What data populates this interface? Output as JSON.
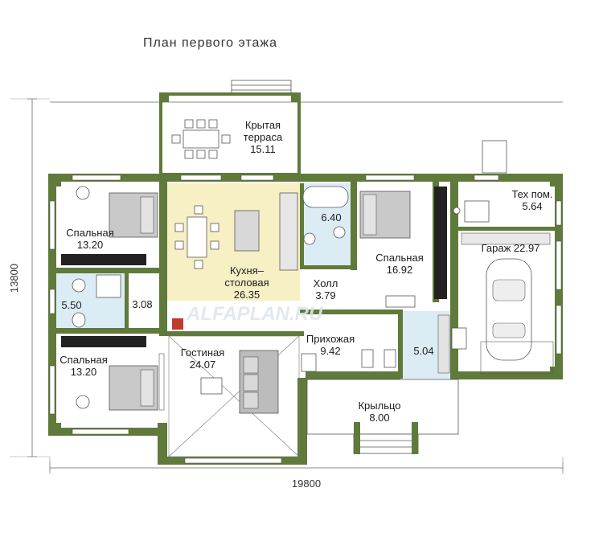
{
  "plan": {
    "title": "План первого этажа",
    "dim_width": "19800",
    "dim_height": "13800",
    "watermark": "ALFAPLAN.RU"
  },
  "rooms": [
    {
      "id": "terrace",
      "name_lines": [
        "Крытая",
        "терраса"
      ],
      "area": "15.11"
    },
    {
      "id": "bedroom-top-left",
      "name_lines": [
        "Спальная"
      ],
      "area": "13.20"
    },
    {
      "id": "kitchen",
      "name_lines": [
        "Кухня–",
        "столовая"
      ],
      "area": "26.35"
    },
    {
      "id": "bath-center",
      "name_lines": [],
      "area": "6.40"
    },
    {
      "id": "bedroom-center",
      "name_lines": [
        "Спальная"
      ],
      "area": "16.92"
    },
    {
      "id": "tech-room",
      "name_lines": [
        "Тех пом."
      ],
      "area": "5.64"
    },
    {
      "id": "garage",
      "name_lines": [
        "Гараж"
      ],
      "area": "22.97"
    },
    {
      "id": "bath-left",
      "name_lines": [],
      "area": "5.50"
    },
    {
      "id": "corridor-left",
      "name_lines": [],
      "area": "3.08"
    },
    {
      "id": "hall",
      "name_lines": [
        "Холл"
      ],
      "area": "3.79"
    },
    {
      "id": "bedroom-bottom-left",
      "name_lines": [
        "Спальная"
      ],
      "area": "13.20"
    },
    {
      "id": "living",
      "name_lines": [
        "Гостиная"
      ],
      "area": "24.07"
    },
    {
      "id": "entrance",
      "name_lines": [
        "Прихожая"
      ],
      "area": "9.42"
    },
    {
      "id": "wardrobe",
      "name_lines": [],
      "area": "5.04"
    },
    {
      "id": "porch",
      "name_lines": [
        "Крыльцо"
      ],
      "area": "8.00"
    }
  ],
  "colors": {
    "wall": "#5f7a3a",
    "kitchen_fill": "#f6f0c4",
    "bath_fill": "#dcecf5",
    "floor": "#ffffff"
  }
}
